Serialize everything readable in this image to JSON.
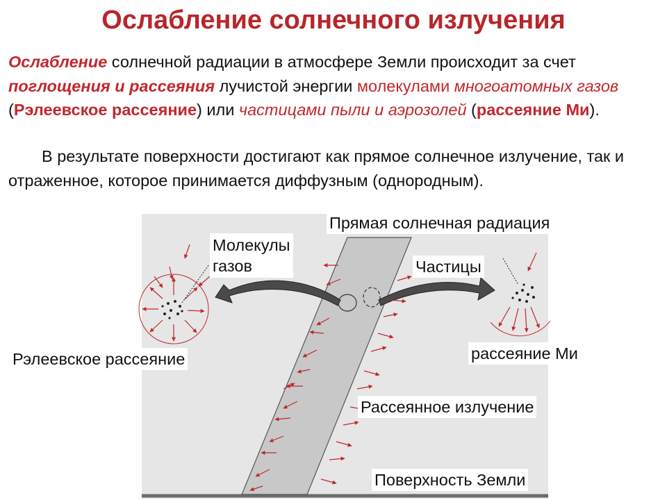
{
  "title": "Ослабление солнечного излучения",
  "paragraph1": {
    "t1": "Ослабление",
    "t2": " солнечной радиации в атмосфере Земли происходит за счет ",
    "t3": "поглощения и рассеяния",
    "t4": " лучистой энергии ",
    "t5": "молекулами",
    "t6": "многоатомных газов",
    "t7": " (",
    "t8": "Рэлеевское рассеяние",
    "t9": ") или ",
    "t10": "частицами пыли и аэрозолей",
    "t11": " (",
    "t12": "рассеяние Ми",
    "t13": ")."
  },
  "paragraph2": "В результате поверхности достигают как прямое солнечное излучение, так и отраженное, которое принимается диффузным (однородным).",
  "diagram": {
    "direct_radiation": "Прямая солнечная радиация",
    "molecules_line1": "Молекулы",
    "molecules_line2": "газов",
    "particles": "Частицы",
    "rayleigh": "Рэлеевское рассеяние",
    "mie": "рассеяние Ми",
    "scattered": "Рассеянное излучение",
    "surface": "Поверхность Земли"
  },
  "colors": {
    "title": "#b8262b",
    "accent": "#c0282d",
    "background_panel": "#e6e6e6",
    "beam": "#c8c8c8"
  }
}
